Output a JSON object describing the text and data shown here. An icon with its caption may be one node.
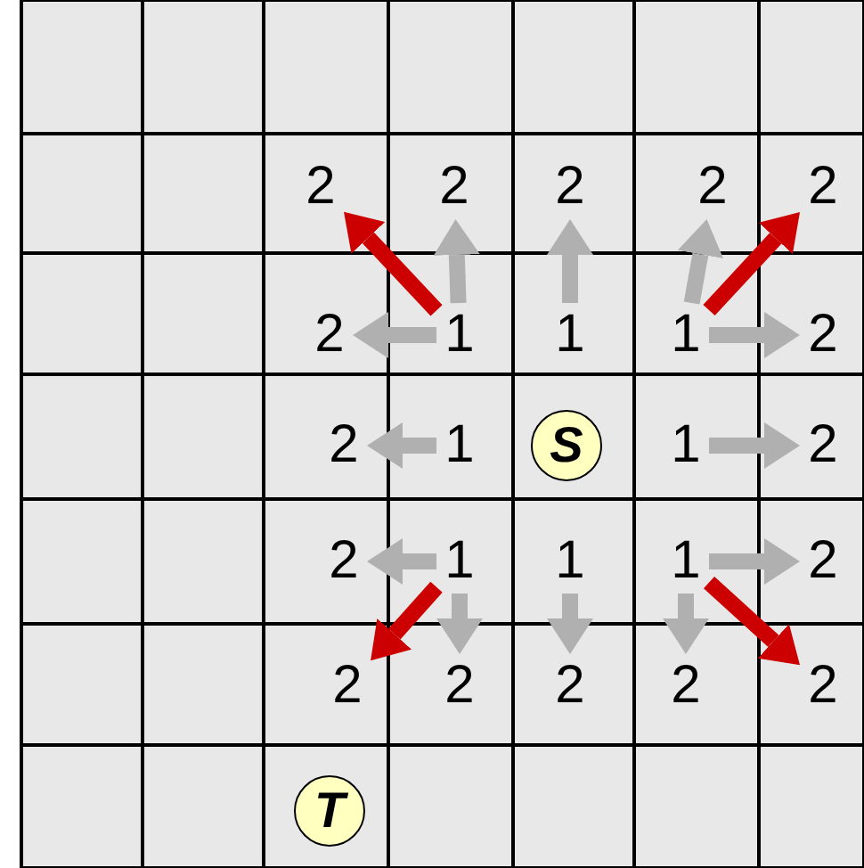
{
  "diagram": {
    "nodes": [
      {
        "text": [
          "2"
        ]
      },
      {
        "text": [
          "2"
        ]
      },
      {
        "text": [
          "2"
        ]
      },
      {
        "text": [
          "2"
        ]
      },
      {
        "text": [
          "2"
        ]
      },
      {
        "text": [
          "2"
        ]
      },
      {
        "text": [
          "1"
        ]
      },
      {
        "text": [
          "1"
        ]
      },
      {
        "text": [
          "1"
        ]
      },
      {
        "text": [
          "2"
        ]
      },
      {
        "text": [
          "2"
        ]
      },
      {
        "text": [
          "1"
        ]
      },
      {
        "text": [
          "S"
        ]
      },
      {
        "text": [
          "1"
        ]
      },
      {
        "text": [
          "2"
        ]
      },
      {
        "text": [
          "2"
        ]
      },
      {
        "text": [
          "1"
        ]
      },
      {
        "text": [
          "1"
        ]
      },
      {
        "text": [
          "1"
        ]
      },
      {
        "text": [
          "2"
        ]
      },
      {
        "text": [
          "2"
        ]
      },
      {
        "text": [
          "2"
        ]
      },
      {
        "text": [
          "2"
        ]
      },
      {
        "text": [
          "2"
        ]
      },
      {
        "text": [
          "2"
        ]
      },
      {
        "text": [
          "T"
        ]
      }
    ],
    "edges": [
      {
        "from": 6,
        "to": 0,
        "arrow": "to",
        "color": "#cc0000"
      },
      {
        "from": 6,
        "to": 1,
        "arrow": "to"
      },
      {
        "from": 6,
        "to": 5,
        "arrow": "to"
      },
      {
        "from": 7,
        "to": 2,
        "arrow": "to"
      },
      {
        "from": 8,
        "to": 3,
        "arrow": "to"
      },
      {
        "from": 8,
        "to": 4,
        "arrow": "to",
        "color": "#cc0000"
      },
      {
        "from": 8,
        "to": 9,
        "arrow": "to"
      },
      {
        "from": 11,
        "to": 10,
        "arrow": "to"
      },
      {
        "from": 13,
        "to": 14,
        "arrow": "to"
      },
      {
        "from": 16,
        "to": 15,
        "arrow": "to"
      },
      {
        "from": 16,
        "to": 20,
        "arrow": "to",
        "color": "#cc0000"
      },
      {
        "from": 16,
        "to": 21,
        "arrow": "to"
      },
      {
        "from": 17,
        "to": 22,
        "arrow": "to"
      },
      {
        "from": 18,
        "to": 19,
        "arrow": "to"
      },
      {
        "from": 18,
        "to": 23,
        "arrow": "to"
      },
      {
        "from": 18,
        "to": 24,
        "arrow": "to",
        "color": "#cc0000"
      }
    ]
  }
}
